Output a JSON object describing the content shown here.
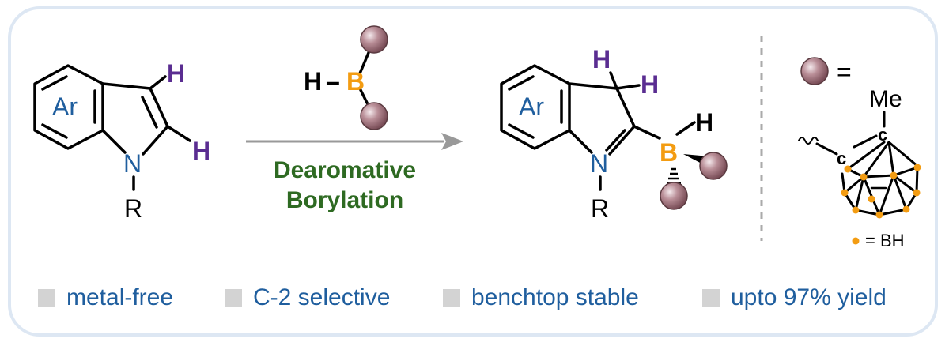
{
  "colors": {
    "frame": "#dde7f3",
    "bond": "#000000",
    "ring_label": "#1f5e9e",
    "nitrogen": "#1f5e9e",
    "hydrogen_highlight": "#5a2d91",
    "boron": "#f39c12",
    "arrow": "#999999",
    "reaction_label": "#2e6a22",
    "carborane_ball": "#a67a84",
    "bh_vertex": "#f39c12",
    "divider": "#aaaaaa",
    "feature_box": "#d3d3d3",
    "feature_text": "#1f5e9e"
  },
  "reactant": {
    "ring_label": "Ar",
    "n_label": "N",
    "r_label": "R",
    "h3_label": "H",
    "h2_label": "H"
  },
  "reagent": {
    "h_label": "H",
    "b_label": "B",
    "dash": "–"
  },
  "reaction": {
    "line1": "Dearomative",
    "line2": "Borylation"
  },
  "product": {
    "ring_label": "Ar",
    "n_label": "N",
    "r_label": "R",
    "h3a_label": "H",
    "h3b_label": "H",
    "b_label": "B",
    "bh_label": "H"
  },
  "legend": {
    "equals": "=",
    "me_label": "Me",
    "c1_label": "c",
    "c2_label": "c",
    "bh_legend": "= BH"
  },
  "features": [
    {
      "label": "metal-free"
    },
    {
      "label": "C-2 selective"
    },
    {
      "label": "benchtop stable"
    },
    {
      "label": "upto 97% yield"
    }
  ]
}
